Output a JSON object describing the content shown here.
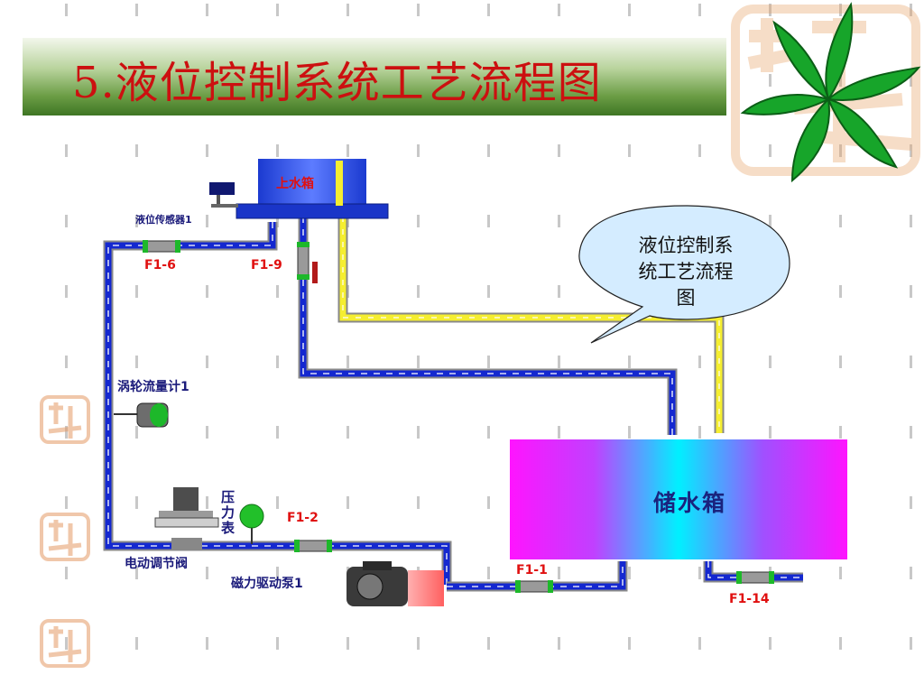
{
  "slide": {
    "title": "5.液位控制系统工艺流程图"
  },
  "callout": {
    "lines": [
      "液位控制系",
      "统工艺流程",
      "图"
    ]
  },
  "tanks": {
    "upper": "上水箱",
    "storage": "储水箱"
  },
  "instruments": {
    "level_sensor": "液位传感器1",
    "turbine_flowmeter": "涡轮流量计1",
    "pressure_gauge": [
      "压",
      "力",
      "表"
    ],
    "electric_valve": "电动调节阀",
    "magnetic_pump": "磁力驱动泵1"
  },
  "valves": {
    "f1_6": "F1-6",
    "f1_9": "F1-9",
    "f1_2": "F1-2",
    "f1_1": "F1-1",
    "f1_14": "F1-14"
  },
  "colors": {
    "title_text": "#cc1010",
    "pipe_blue": "#1428d0",
    "pipe_yellow": "#f5ee30",
    "valve_label": "#e01010",
    "leaf": "#17a52a"
  }
}
